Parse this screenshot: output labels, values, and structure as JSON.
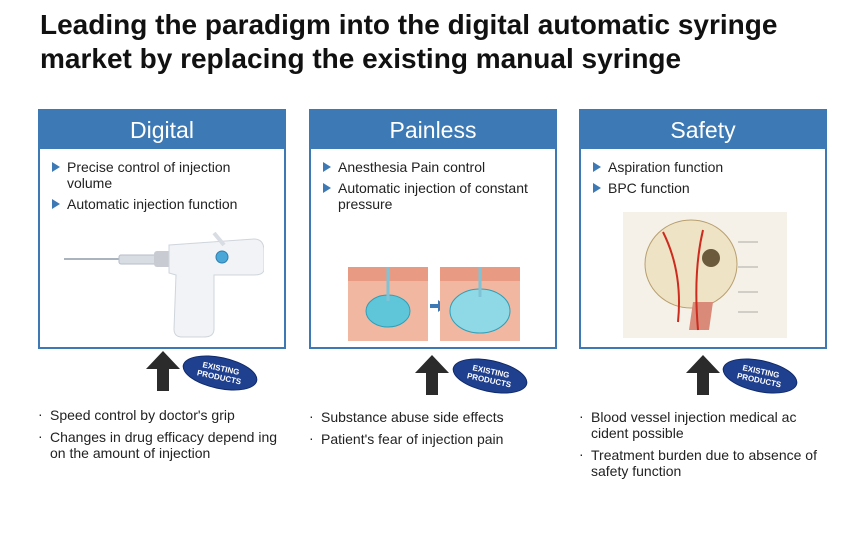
{
  "title": "Leading the paradigm into the digital automatic syringe market by replacing the existing manual syringe",
  "cards": [
    {
      "heading": "Digital",
      "features": [
        "Precise control of injection volume",
        "Automatic injection function"
      ],
      "image_icon": "digital-syringe-device",
      "badge": [
        "EXISTING",
        "PRODUCTS"
      ],
      "issues": [
        "Speed control by doctor's grip",
        "Changes in drug efficacy depend ing on the amount of injection"
      ]
    },
    {
      "heading": "Painless",
      "features": [
        "Anesthesia Pain control",
        "Automatic injection of constant pressure"
      ],
      "image_icon": "skin-injection-diagram",
      "badge": [
        "EXISTING",
        "PRODUCTS"
      ],
      "issues": [
        "Substance abuse side effects",
        "Patient's fear of injection pain"
      ]
    },
    {
      "heading": "Safety",
      "features": [
        "Aspiration function",
        "BPC function"
      ],
      "image_icon": "head-blood-vessel-anatomy",
      "badge": [
        "EXISTING",
        "PRODUCTS"
      ],
      "issues": [
        "Blood vessel injection medical ac cident possible",
        "Treatment burden due to absence of safety function"
      ]
    }
  ],
  "colors": {
    "accent": "#3d7ab5",
    "badge": "#1f3f8f",
    "arrow": "#2b2b2b"
  }
}
